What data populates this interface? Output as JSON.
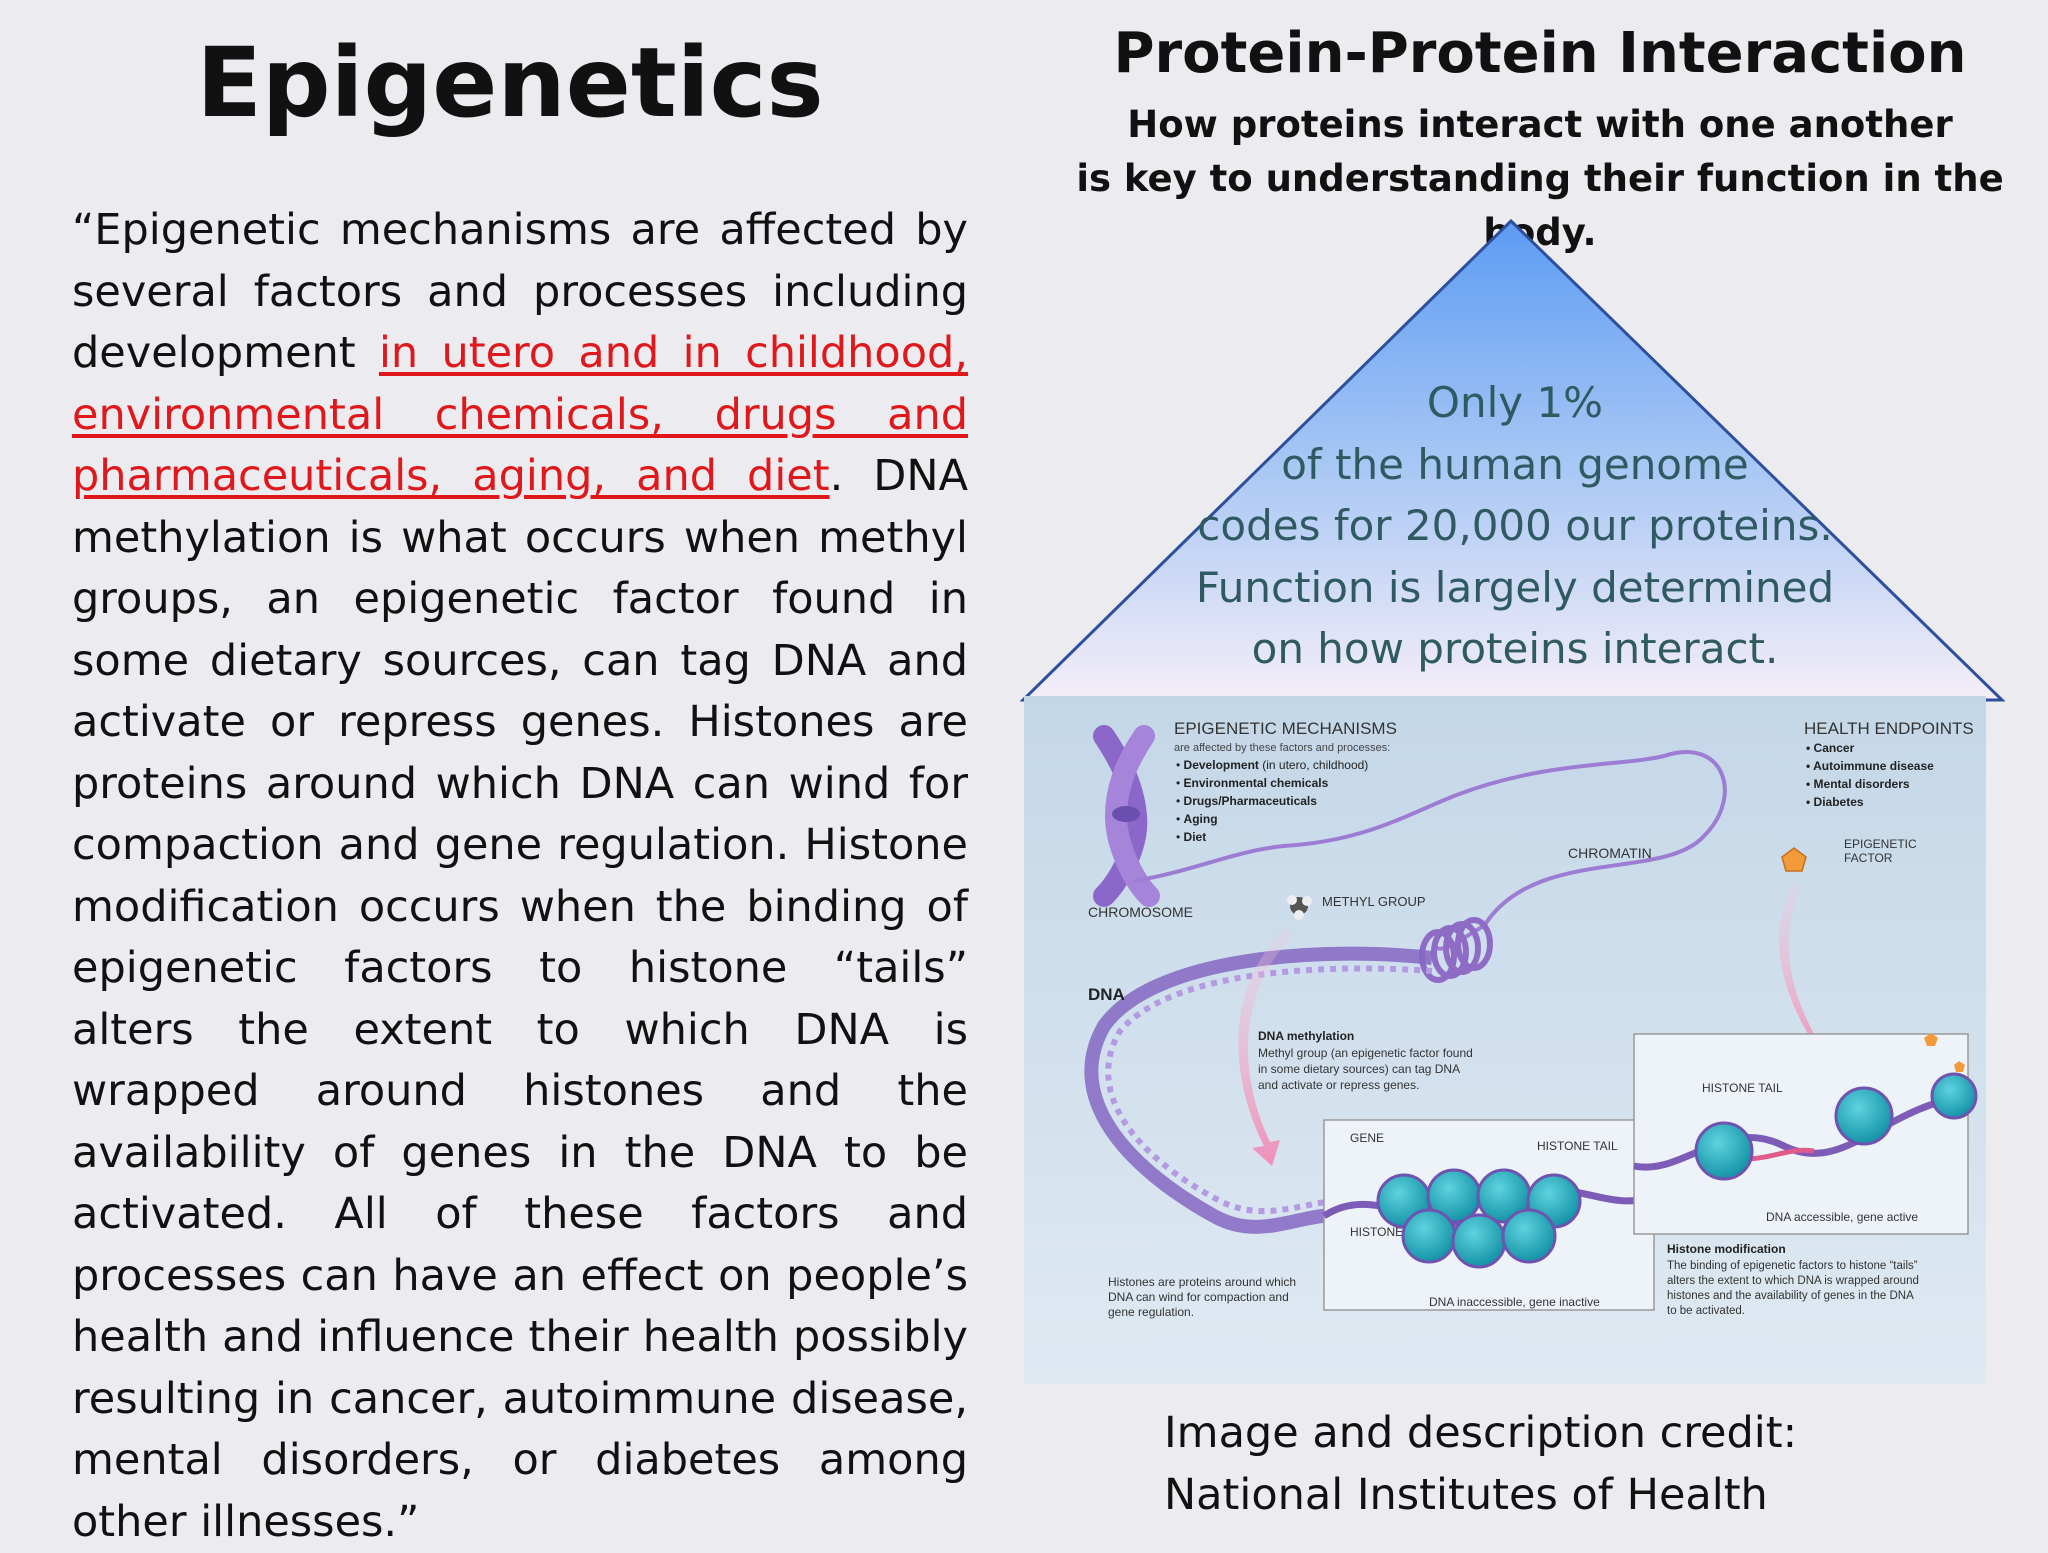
{
  "left": {
    "title": "Epigenetics",
    "quote": {
      "part1": "“Epigenetic mechanisms are affected by several factors and processes including development ",
      "highlight": "in utero and in childhood, environmental chemicals, drugs and pharmaceuticals, aging, and diet",
      "part2": ". DNA methylation is what occurs when methyl groups, an epigenetic factor found in some dietary sources, can tag DNA and activate or repress genes. Histones are proteins around which DNA can wind for compaction and gene regulation. Histone modification occurs when the binding of epigenetic factors to histone “tails” alters the extent to which DNA is wrapped around histones and the availability of genes in the DNA to be activated. All of these factors and processes can have an effect on people’s health and influence their health possibly resulting in cancer, autoimmune disease, mental disorders, or diabetes among other illnesses.”"
    }
  },
  "right": {
    "title": "Protein-Protein Interaction",
    "subtitle_line1": "How proteins interact with one another",
    "subtitle_line2": "is key to understanding their function in the body.",
    "pyramid_lines": [
      "Only 1%",
      "of the human genome",
      "codes for 20,000 our proteins.",
      "Function is largely determined",
      "on how proteins interact."
    ],
    "credit_line1": "Image and description credit:",
    "credit_line2": "National Institutes of Health"
  },
  "figure": {
    "mechanisms_title": "EPIGENETIC MECHANISMS",
    "mechanisms_sub": "are affected by these factors and processes:",
    "mechanisms_items": [
      {
        "bold": "Development",
        "rest": " (in utero, childhood)"
      },
      {
        "bold": "Environmental chemicals",
        "rest": ""
      },
      {
        "bold": "Drugs/Pharmaceuticals",
        "rest": ""
      },
      {
        "bold": "Aging",
        "rest": ""
      },
      {
        "bold": "Diet",
        "rest": ""
      }
    ],
    "health_title": "HEALTH ENDPOINTS",
    "health_items": [
      "Cancer",
      "Autoimmune disease",
      "Mental disorders",
      "Diabetes"
    ],
    "chromosome_label": "CHROMOSOME",
    "chromatin_label": "CHROMATIN",
    "methyl_label": "METHYL GROUP",
    "epifactor_line1": "EPIGENETIC",
    "epifactor_line2": "FACTOR",
    "dna_label": "DNA",
    "methylation_title": "DNA methylation",
    "methylation_lines": [
      "Methyl group (an epigenetic factor found",
      "in some dietary sources) can tag DNA",
      "and activate or repress genes."
    ],
    "gene_label": "GENE",
    "histone_tail_label_1": "HISTONE TAIL",
    "histone_tail_label_2": "HISTONE TAIL",
    "histone_label": "HISTONE",
    "inactive_label": "DNA inaccessible, gene inactive",
    "active_label": "DNA accessible, gene active",
    "histones_desc": [
      "Histones are proteins around which",
      "DNA can wind for compaction and",
      "gene regulation."
    ],
    "modification_title": "Histone modification",
    "modification_lines": [
      "The binding of epigenetic factors to histone “tails”",
      "alters the extent to which DNA is wrapped around",
      "histones and the availability of genes in the DNA",
      "to be activated."
    ]
  },
  "colors": {
    "background": "#ececf0",
    "highlight_red": "#e0181b",
    "pyramid_top": "#5c9bf3",
    "pyramid_bottom": "#f5eef8",
    "pyramid_text": "#2f5a62",
    "figure_bg": "#c9dbe9",
    "histone_teal": "#1aa6b8",
    "dna_purple": "#7d5cb8"
  }
}
